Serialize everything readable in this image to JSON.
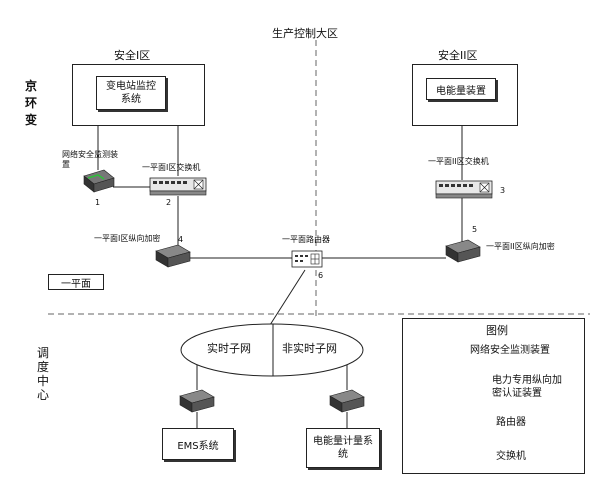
{
  "title": "生产控制大区",
  "station_label": "京环变",
  "dispatch_label": "调度中心",
  "zones": {
    "zone1": "安全I区",
    "zone2": "安全II区"
  },
  "systems": {
    "substation_monitor": "变电站监控系统",
    "energy_device": "电能量装置",
    "ems": "EMS系统",
    "energy_meter": "电能量计量系统"
  },
  "devices": {
    "net_monitor": {
      "label": "网络安全监测装置",
      "num": "1"
    },
    "switch1": {
      "label": "一平面I区交换机",
      "num": "2"
    },
    "switch2": {
      "label": "一平面II区交换机",
      "num": "3"
    },
    "crypto1": {
      "label": "一平面I区纵向加密",
      "num": "4"
    },
    "crypto2": {
      "label": "一平面II区纵向加密",
      "num": "5"
    },
    "router": {
      "label": "一平面路由器",
      "num": "6"
    }
  },
  "plane_label": "一平面",
  "subnets": {
    "realtime": "实时子网",
    "nonrealtime": "非实时子网"
  },
  "legend": {
    "title": "图例",
    "items": [
      {
        "icon": "security-monitor-icon",
        "label": "网络安全监测装置"
      },
      {
        "icon": "crypto-device-icon",
        "label": "电力专用纵向加密认证装置"
      },
      {
        "icon": "router-icon",
        "label": "路由器"
      },
      {
        "icon": "switch-icon",
        "label": "交换机"
      }
    ]
  },
  "colors": {
    "monitor_green": "#2fbf3a",
    "device_dark": "#4a4a4a",
    "device_light": "#e8e8e8"
  }
}
